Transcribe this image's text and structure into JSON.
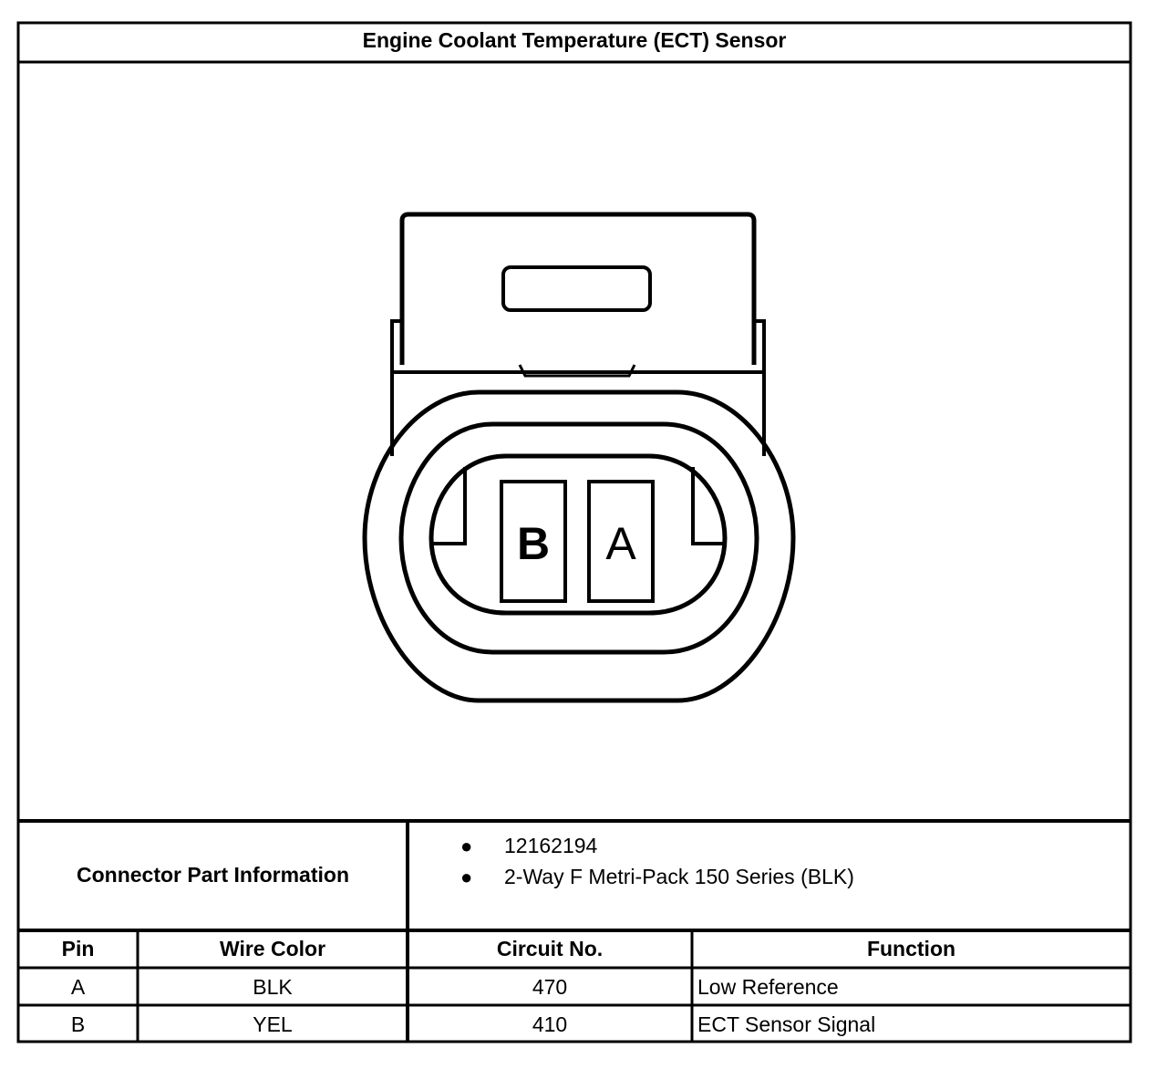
{
  "title": "Engine Coolant Temperature (ECT) Sensor",
  "connector": {
    "pins": [
      {
        "label": "B"
      },
      {
        "label": "A"
      }
    ]
  },
  "part_info": {
    "label": "Connector Part Information",
    "items": [
      "12162194",
      "2-Way F Metri-Pack 150 Series (BLK)"
    ]
  },
  "table": {
    "headers": {
      "pin": "Pin",
      "wire_color": "Wire Color",
      "circuit": "Circuit No.",
      "function": "Function"
    },
    "rows": [
      {
        "pin": "A",
        "wire_color": "BLK",
        "circuit": "470",
        "function": "Low Reference"
      },
      {
        "pin": "B",
        "wire_color": "YEL",
        "circuit": "410",
        "function": "ECT Sensor Signal"
      }
    ]
  }
}
